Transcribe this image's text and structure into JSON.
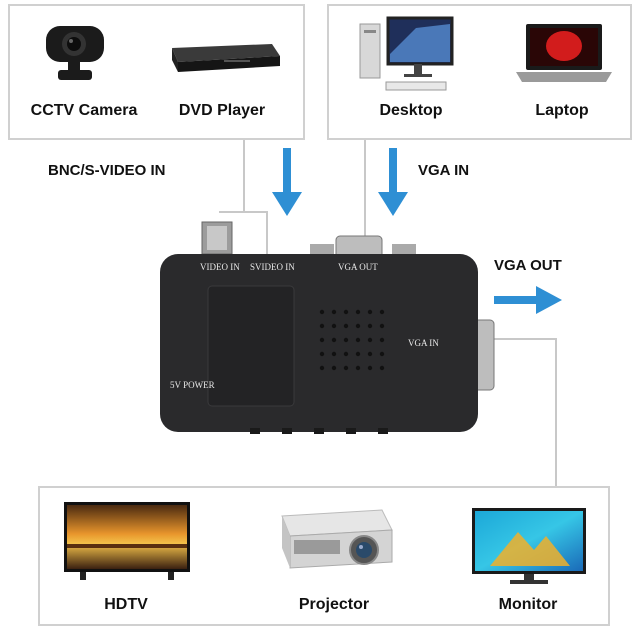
{
  "sources_left": {
    "devices": [
      {
        "name": "CCTV Camera"
      },
      {
        "name": "DVD Player"
      }
    ]
  },
  "sources_right": {
    "devices": [
      {
        "name": "Desktop"
      },
      {
        "name": "Laptop"
      }
    ]
  },
  "inputs": {
    "bnc_label": "BNC/S-VIDEO IN",
    "vga_in_label": "VGA IN",
    "vga_out_label": "VGA OUT"
  },
  "converter": {
    "port_video_in": "VIDEO IN",
    "port_svideo_in": "SVIDEO IN",
    "port_vga_out": "VGA OUT",
    "port_vga_in": "VGA IN",
    "power_label": "5V POWER"
  },
  "outputs": {
    "devices": [
      {
        "name": "HDTV"
      },
      {
        "name": "Projector"
      },
      {
        "name": "Monitor"
      }
    ]
  },
  "colors": {
    "arrow": "#2e8fd4",
    "converter_body": "#2a2a2c",
    "frame_border": "#d0d0d0"
  }
}
